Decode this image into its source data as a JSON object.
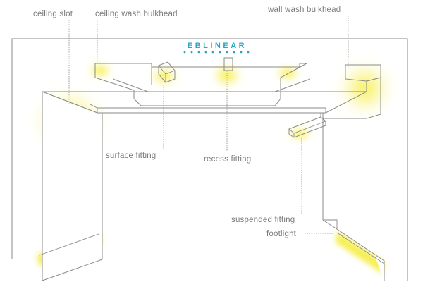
{
  "brand": {
    "logo_text": "EBLINEAR"
  },
  "labels": {
    "ceiling_slot": "ceiling slot",
    "ceiling_wash_bulkhead": "ceiling wash bulkhead",
    "wall_wash_bulkhead": "wall wash bulkhead",
    "surface_fitting": "surface fitting",
    "recess_fitting": "recess fitting",
    "suspended_fitting": "suspended fitting",
    "footlight": "footlight"
  },
  "colors": {
    "glow": "#f5ef3a",
    "line": "#8a8a8a",
    "text": "#7a7a7a",
    "logo": "#2aa6c4"
  }
}
